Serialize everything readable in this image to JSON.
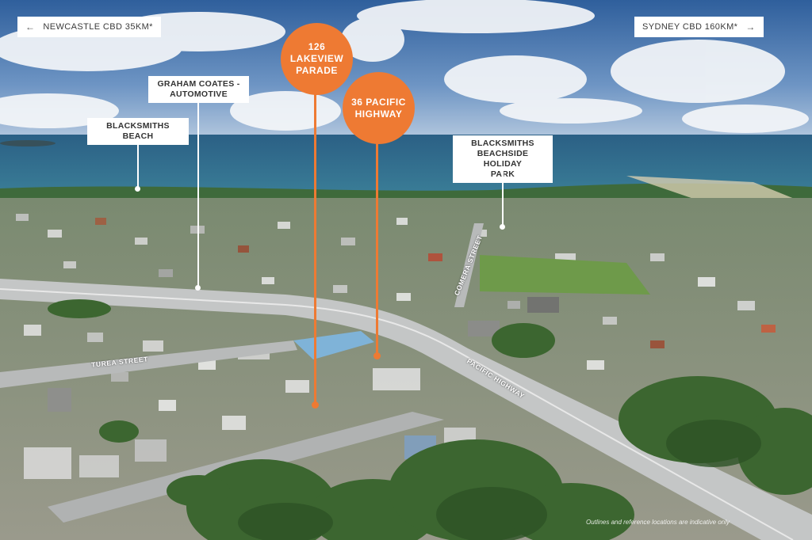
{
  "direction_labels": {
    "left": {
      "text": "NEWCASTLE CBD 35KM*",
      "arrow": "←"
    },
    "right": {
      "text": "SYDNEY CBD 160KM*",
      "arrow": "→"
    }
  },
  "place_labels": {
    "graham_coates": "GRAHAM COATES -\nAUTOMOTIVE",
    "blacksmiths_beach": "BLACKSMITHS BEACH",
    "holiday_park": "BLACKSMITHS\nBEACHSIDE HOLIDAY\nPARK"
  },
  "property_pins": {
    "lakeview": "126\nLAKEVIEW\nPARADE",
    "pacific": "36 PACIFIC\nHIGHWAY"
  },
  "street_labels": {
    "turea": "TUREA STREET",
    "pacific_highway": "PACIFIC HIGHWAY",
    "comera": "COMERA STREET"
  },
  "disclaimer": "Outlines and reference locations are indicative only",
  "colors": {
    "pin": "#ee7a33",
    "sky": "#3d6fa8",
    "ocean": "#2f6f8f",
    "vegetation": "#3f6b35"
  }
}
